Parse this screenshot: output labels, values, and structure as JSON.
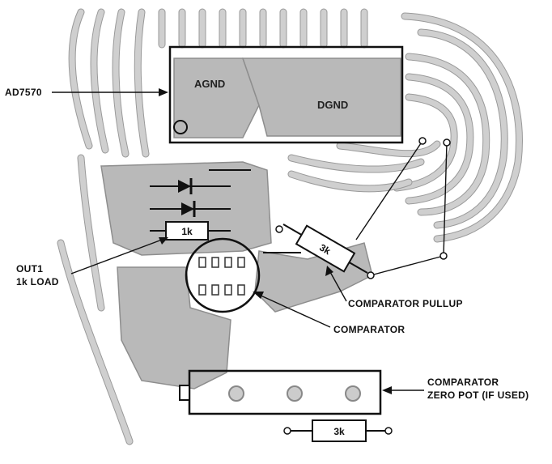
{
  "ic": {
    "agnd_label": "AGND",
    "dgnd_label": "DGND"
  },
  "callouts": {
    "ad7570": "AD7570",
    "out1_line1": "OUT1",
    "out1_line2": "1k LOAD",
    "comparator_pullup": "COMPARATOR PULLUP",
    "comparator": "COMPARATOR",
    "zero_pot_line1": "COMPARATOR",
    "zero_pot_line2": "ZERO POT (IF USED)"
  },
  "components": {
    "resistor_1k": "1k",
    "resistor_3k_pullup": "3k",
    "resistor_3k_bottom": "3k"
  },
  "colors": {
    "board": "#ffffff",
    "trace": "#cfcfcf",
    "ground_plane": "#b9b9b9",
    "outline": "#111111"
  }
}
